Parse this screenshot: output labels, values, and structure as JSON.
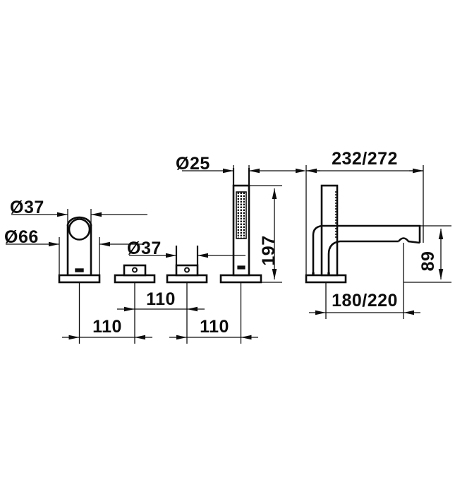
{
  "drawing": {
    "title": "Bath/shower mixer technical dimension drawing",
    "units": "mm",
    "line_color": "#0d0d0d",
    "background_color": "#ffffff",
    "views": [
      {
        "name": "top-plan-elevation-view",
        "position": "left"
      },
      {
        "name": "side-elevation-view",
        "position": "right"
      }
    ]
  },
  "dimensions": {
    "diameter_37_top": "Ø37",
    "diameter_66": "Ø66",
    "diameter_37_mid": "Ø37",
    "diameter_25": "Ø25",
    "height_197": "197",
    "spacing_110_left": "110",
    "spacing_110_center": "110",
    "spacing_110_right": "110",
    "reach_232_272": "232/272",
    "reach_180_220": "180/220",
    "height_89": "89"
  },
  "components": {
    "handle_mixer": "single-lever-mixer-body",
    "valve_left": "valve-handle-left",
    "valve_right": "valve-handle-right",
    "handshower": "handshower-with-textured-grip",
    "spout": "bath-spout-side-profile"
  }
}
